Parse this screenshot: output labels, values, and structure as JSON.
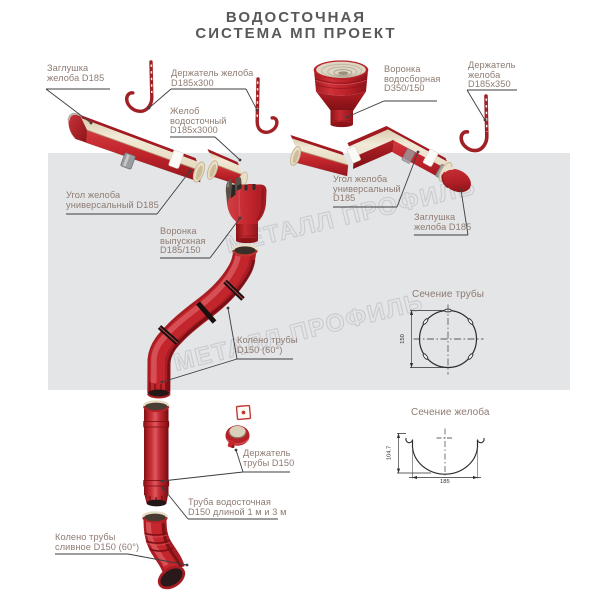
{
  "page": {
    "background": "#ffffff",
    "panel_color": "#e4e5e7"
  },
  "title": {
    "text": "ВОДОСТОЧНАЯ\nСИСТЕМА МП ПРОЕКТ",
    "color": "#58585a"
  },
  "watermark": {
    "text": "МЕТАЛЛ ПРОФИЛЬ"
  },
  "labels": {
    "end_cap_left": "Заглушка\nжелоба D185",
    "gutter_hook_300": "Держатель желоба\nD185x300",
    "collect_funnel": "Воронка\nводосборная\nD350/150",
    "gutter_hook_350": "Держатель\nжелоба\nD185x350",
    "gutter": "Желоб\nводосточный\nD185x3000",
    "corner_left": "Угол желоба\nуниверсальный D185",
    "corner_right": "Угол желоба\nуниверсальный\nD185",
    "end_cap_right": "Заглушка\nжелоба D185",
    "outlet_funnel": "Воронка\nвыпускная\nD185/150",
    "pipe_section": "Сечение трубы",
    "elbow": "Колено трубы\nD150 (60°)",
    "gutter_section": "Сечение желоба",
    "pipe_holder": "Держатель\nтрубы D150",
    "downpipe": "Труба водосточная\nD150 длиной 1 м и 3 м",
    "drain_elbow": "Колено трубы\nсливное D150 (60°)"
  },
  "dimensions": {
    "pipe_diameter": "150",
    "gutter_height": "104.7",
    "gutter_width": "185"
  },
  "colors": {
    "part_red": "#c5262c",
    "part_red_dark": "#8c1318",
    "interior_cream": "#efe6d0",
    "label_text": "#8d7b72",
    "leader_line": "#3d3d3d",
    "watermark_stroke": "#c7c9cc"
  }
}
